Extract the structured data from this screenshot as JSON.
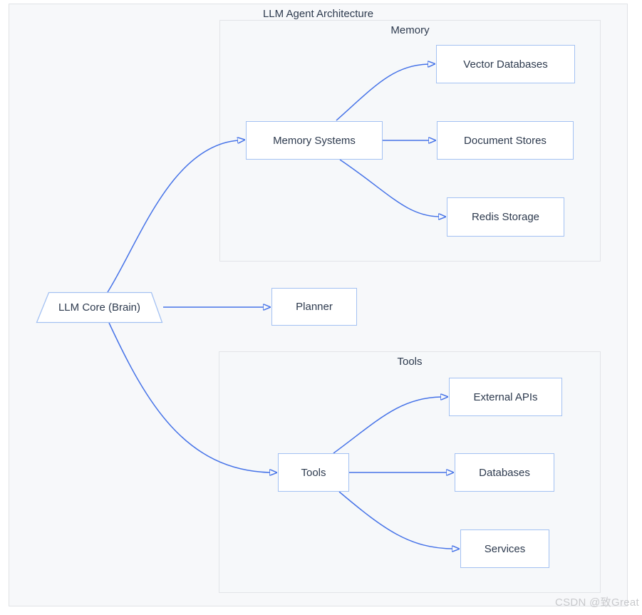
{
  "diagram": {
    "title": "LLM Agent Architecture",
    "subgraphs": {
      "memory": "Memory",
      "tools": "Tools"
    },
    "nodes": {
      "llm_core": "LLM Core (Brain)",
      "planner": "Planner",
      "memory_systems": "Memory Systems",
      "vector_databases": "Vector Databases",
      "document_stores": "Document Stores",
      "redis_storage": "Redis Storage",
      "tools": "Tools",
      "external_apis": "External APIs",
      "databases": "Databases",
      "services": "Services"
    },
    "edges": [
      {
        "from": "LLM Core (Brain)",
        "to": "Memory Systems"
      },
      {
        "from": "LLM Core (Brain)",
        "to": "Planner"
      },
      {
        "from": "LLM Core (Brain)",
        "to": "Tools"
      },
      {
        "from": "Memory Systems",
        "to": "Vector Databases"
      },
      {
        "from": "Memory Systems",
        "to": "Document Stores"
      },
      {
        "from": "Memory Systems",
        "to": "Redis Storage"
      },
      {
        "from": "Tools",
        "to": "External APIs"
      },
      {
        "from": "Tools",
        "to": "Databases"
      },
      {
        "from": "Tools",
        "to": "Services"
      }
    ],
    "colors": {
      "edge": "#4673e8",
      "node_border": "#a3c1f2",
      "node_fill": "#ffffff",
      "text": "#2d3a4e",
      "cluster_fill": "#f6f8fa",
      "cluster_border": "#e2e4e8"
    }
  },
  "watermark": "CSDN @致Great"
}
